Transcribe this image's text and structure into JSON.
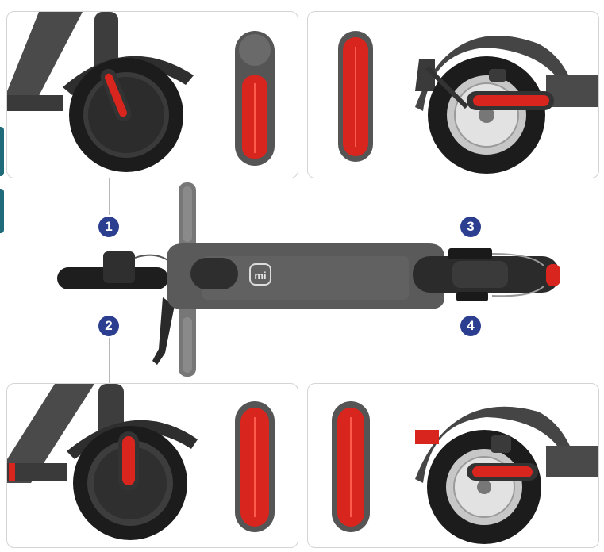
{
  "callouts": [
    {
      "label": "1"
    },
    {
      "label": "2"
    },
    {
      "label": "3"
    },
    {
      "label": "4"
    }
  ],
  "colors": {
    "badge": "#2b3e8f",
    "reflector_red": "#d8251e",
    "scooter_gray": "#4a4a4a",
    "tire_black": "#1c1c1c",
    "panel_border": "#d4d4d4"
  },
  "icons": {
    "brand_logo": "xiaomi-mi-logo"
  }
}
